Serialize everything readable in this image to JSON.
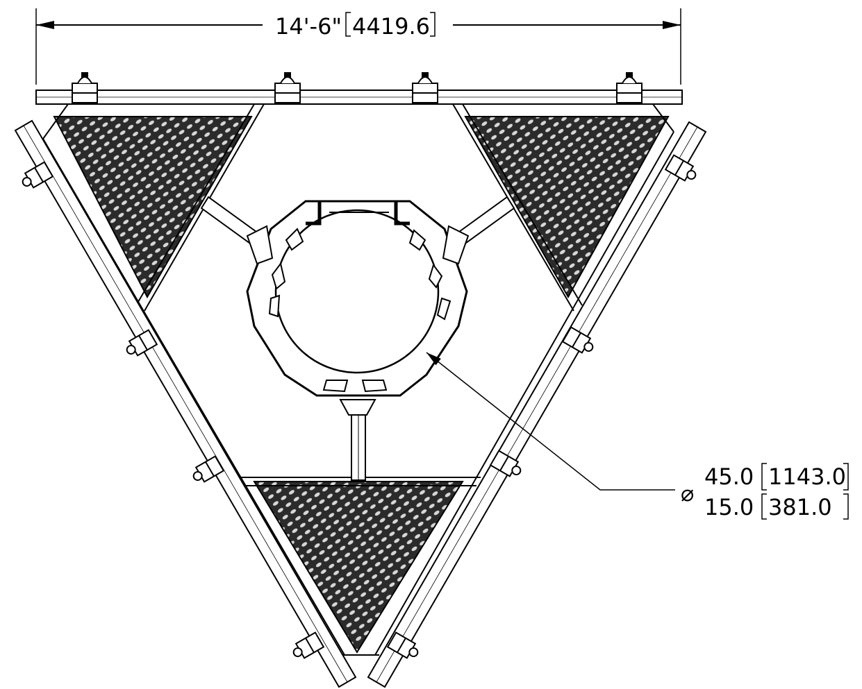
{
  "width_dimension": {
    "imperial": "14'-6\"",
    "metric": "4419.6"
  },
  "diameter_callout": {
    "symbol": "⌀",
    "max_imperial": "45.0",
    "max_metric": "1143.0",
    "min_imperial": "15.0",
    "min_metric": "381.0"
  },
  "colors": {
    "line": "#000000",
    "background": "#ffffff",
    "grating": "#3a3a3a"
  }
}
